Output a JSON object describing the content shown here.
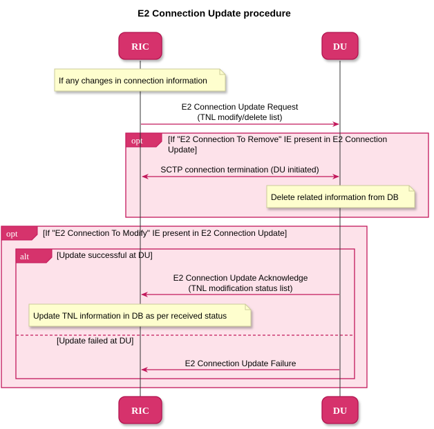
{
  "title": "E2 Connection Update procedure",
  "participants": {
    "ric": "RIC",
    "du": "DU"
  },
  "notes": {
    "changes": "If any changes in connection information",
    "delete_db": "Delete related information from DB",
    "update_tnl": "Update TNL information in DB as per received status"
  },
  "messages": {
    "request_line1": "E2 Connection Update Request",
    "request_line2": "(TNL modify/delete list)",
    "sctp_term": "SCTP connection termination (DU initiated)",
    "ack_line1": "E2 Connection Update Acknowledge",
    "ack_line2": "(TNL modification status list)",
    "failure": "E2 Connection Update Failure"
  },
  "fragments": {
    "opt1_tag": "opt",
    "opt1_guard_line1": "[If \"E2 Connection To Remove\" IE present in E2 Connection",
    "opt1_guard_line2": "Update]",
    "opt2_tag": "opt",
    "opt2_guard": "[If \"E2 Connection To Modify\" IE present in E2 Connection Update]",
    "alt_tag": "alt",
    "alt_guard_success": "[Update successful at DU]",
    "alt_guard_failed": "[Update failed at DU]"
  },
  "colors": {
    "participant_fill": "#d6336c",
    "arrow": "#c2185b",
    "fragment_fill": "#fde2ea",
    "fragment_border": "#c2185b",
    "note_fill": "#fefece",
    "note_border": "#cccc99"
  }
}
